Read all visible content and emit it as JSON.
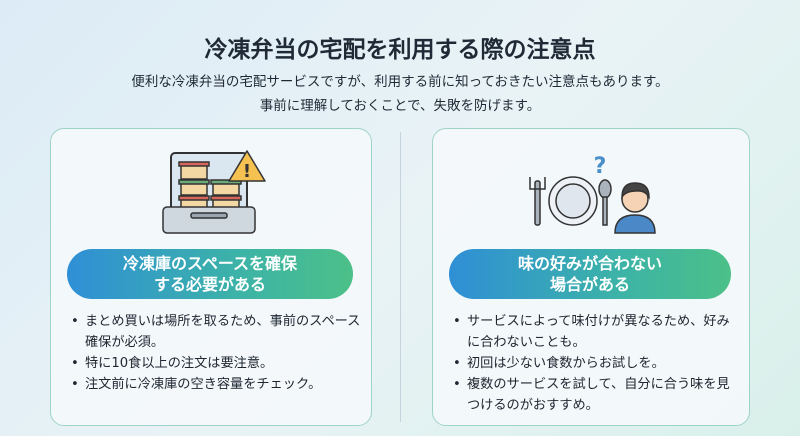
{
  "title": "冷凍弁当の宅配を利用する際の注意点",
  "subtitle": [
    "便利な冷凍弁当の宅配サービスですが、利用する前に知っておきたい注意点もあります。",
    "事前に理解しておくことで、失敗を防げます。"
  ],
  "cards": [
    {
      "heading": [
        "冷凍庫のスペースを確保",
        "する必要がある"
      ],
      "icon": "freezer-warning-icon",
      "bullets": [
        "まとめ買いは場所を取るため、事前のスペース確保が必須。",
        "特に10食以上の注文は要注意。",
        "注文前に冷凍庫の空き容量をチェック。"
      ]
    },
    {
      "heading": [
        "味の好みが合わない",
        "場合がある"
      ],
      "icon": "confused-diner-icon",
      "bullets": [
        "サービスによって味付けが異なるため、好みに合わないことも。",
        "初回は少ない食数からお試しを。",
        "複数のサービスを試して、自分に合う味を見つけるのがおすすめ。"
      ]
    }
  ]
}
